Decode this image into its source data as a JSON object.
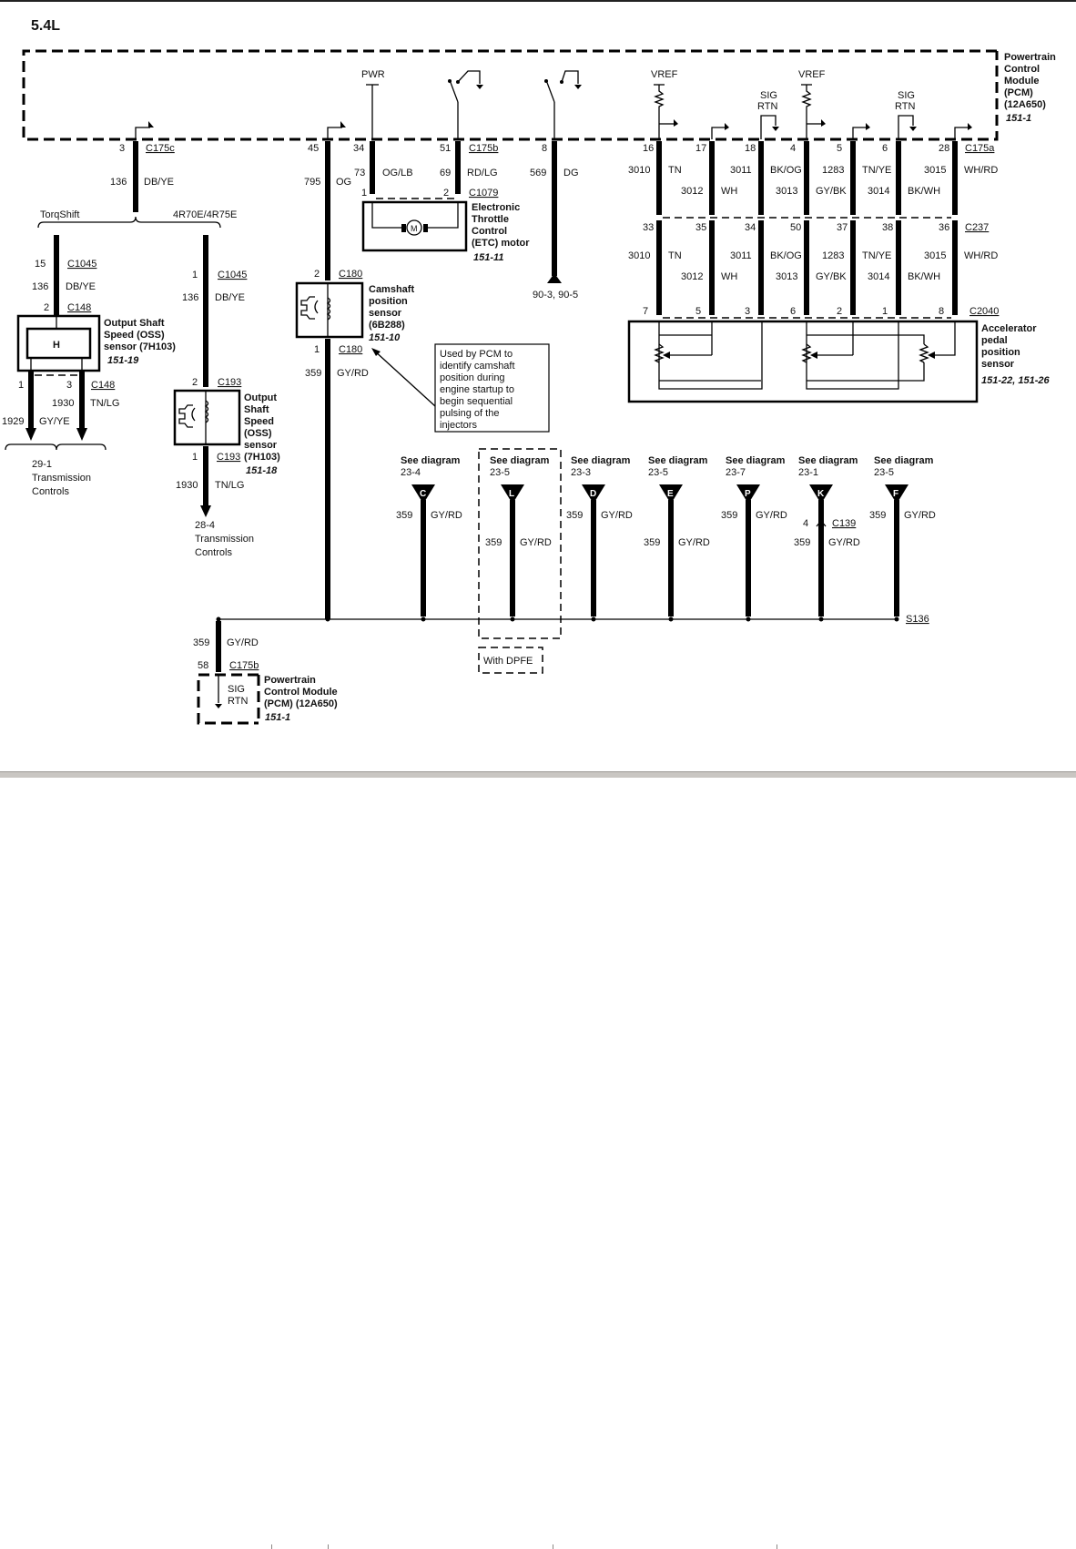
{
  "title": "5.4L",
  "pcm": {
    "name_lines": [
      "Powertrain",
      "Control",
      "Module",
      "(PCM)",
      "(12A650)"
    ],
    "ref": "151-1",
    "pwr_label": "PWR",
    "vref_label": "VREF",
    "sig_rtn_lines": [
      "SIG",
      "RTN"
    ]
  },
  "connectors": {
    "c175c": "C175c",
    "c175b": "C175b",
    "c175a": "C175a",
    "c1079": "C1079",
    "c237": "C237",
    "c2040": "C2040",
    "c1045": "C1045",
    "c148": "C148",
    "c193": "C193",
    "c180": "C180",
    "c139": "C139",
    "s136": "S136"
  },
  "circuits": {
    "c175c_pin": "3",
    "c136": "136",
    "db_ye": "DB/YE",
    "c45": "45",
    "c795": "795",
    "og": "OG",
    "pin34": "34",
    "c73": "73",
    "og_lb": "OG/LB",
    "pin51": "51",
    "c69": "69",
    "rd_lg": "RD/LG",
    "pin1": "1",
    "pin2": "2",
    "pin8": "8",
    "c569": "569",
    "dg": "DG",
    "ground_ref": "90-3, 90-5"
  },
  "pedal_wires": [
    {
      "pcm_pin": "16",
      "c237_pin": "33",
      "sensor_pin": "7",
      "circuit": "3010",
      "color": "TN",
      "row": "upper"
    },
    {
      "pcm_pin": "17",
      "c237_pin": "35",
      "sensor_pin": "5",
      "circuit": "3012",
      "color": "WH",
      "row": "lower"
    },
    {
      "pcm_pin": "18",
      "c237_pin": "34",
      "sensor_pin": "3",
      "circuit": "3011",
      "color": "BK/OG",
      "row": "upper"
    },
    {
      "pcm_pin": "4",
      "c237_pin": "50",
      "sensor_pin": "6",
      "circuit": "3013",
      "color": "GY/BK",
      "row": "lower"
    },
    {
      "pcm_pin": "5",
      "c237_pin": "37",
      "sensor_pin": "2",
      "circuit": "1283",
      "color": "TN/YE",
      "row": "upper"
    },
    {
      "pcm_pin": "6",
      "c237_pin": "38",
      "sensor_pin": "1",
      "circuit": "3014",
      "color": "BK/WH",
      "row": "lower"
    },
    {
      "pcm_pin": "28",
      "c237_pin": "36",
      "sensor_pin": "8",
      "circuit": "3015",
      "color": "WH/RD",
      "row": "upper"
    }
  ],
  "components": {
    "etc": {
      "name_lines": [
        "Electronic",
        "Throttle",
        "Control",
        "(ETC) motor"
      ],
      "ref": "151-11",
      "motor_symbol": "M"
    },
    "cmp": {
      "name_lines": [
        "Camshaft",
        "position",
        "sensor",
        "(6B288)"
      ],
      "ref": "151-10"
    },
    "app": {
      "name_lines": [
        "Accelerator",
        "pedal",
        "position",
        "sensor"
      ],
      "ref": "151-22, 151-26"
    },
    "oss_torq": {
      "name_lines": [
        "Output Shaft",
        "Speed (OSS)",
        "sensor (7H103)"
      ],
      "ref": "151-19",
      "symbol": "H"
    },
    "oss_4r": {
      "name_lines": [
        "Output",
        "Shaft",
        "Speed",
        "(OSS)",
        "sensor",
        "(7H103)"
      ],
      "ref": "151-18"
    },
    "pcm_bottom": {
      "name_lines": [
        "Powertrain",
        "Control Module",
        "(PCM) (12A650)"
      ],
      "ref": "151-1",
      "pin": "58",
      "sig_rtn_lines": [
        "SIG",
        "RTN"
      ]
    }
  },
  "branches": {
    "torqshift": "TorqShift",
    "r4": "4R70E/4R75E",
    "torq_c1045_pin": "15",
    "torq_c148_top_pin": "2",
    "torq_c148_pin_a": "1",
    "torq_c148_pin_b": "3",
    "c1929": "1929",
    "gy_ye": "GY/YE",
    "c1930": "1930",
    "tn_lg": "TN/LG",
    "torq_dest_lines": [
      "29-1",
      "Transmission",
      "Controls"
    ],
    "r4_c1045_pin": "1",
    "r4_c193_top_pin": "2",
    "r4_c193_bot_pin": "1",
    "r4_dest_lines": [
      "28-4",
      "Transmission",
      "Controls"
    ]
  },
  "cmp_wiring": {
    "top_pin": "2",
    "bot_pin": "1",
    "circuit": "359",
    "color": "GY/RD"
  },
  "note": {
    "lines": [
      "Used by PCM to",
      "identify camshaft",
      "position during",
      "engine startup to",
      "begin sequential",
      "pulsing of the",
      "injectors"
    ]
  },
  "injector_refs": [
    {
      "letter": "C",
      "see": "See diagram",
      "page": "23-4",
      "circuit": "359",
      "color": "GY/RD"
    },
    {
      "letter": "L",
      "see": "See diagram",
      "page": "23-5",
      "circuit": "359",
      "color": "GY/RD"
    },
    {
      "letter": "D",
      "see": "See diagram",
      "page": "23-3",
      "circuit": "359",
      "color": "GY/RD"
    },
    {
      "letter": "E",
      "see": "See diagram",
      "page": "23-5",
      "circuit": "359",
      "color": "GY/RD"
    },
    {
      "letter": "P",
      "see": "See diagram",
      "page": "23-7",
      "circuit": "359",
      "color": "GY/RD"
    },
    {
      "letter": "K",
      "see": "See diagram",
      "page": "23-1",
      "circuit": "359",
      "color": "GY/RD",
      "connector_pin": "4"
    },
    {
      "letter": "F",
      "see": "See diagram",
      "page": "23-5",
      "circuit": "359",
      "color": "GY/RD"
    }
  ],
  "dpfe_label": "With DPFE",
  "bottom_wire": {
    "circuit": "359",
    "color": "GY/RD"
  }
}
